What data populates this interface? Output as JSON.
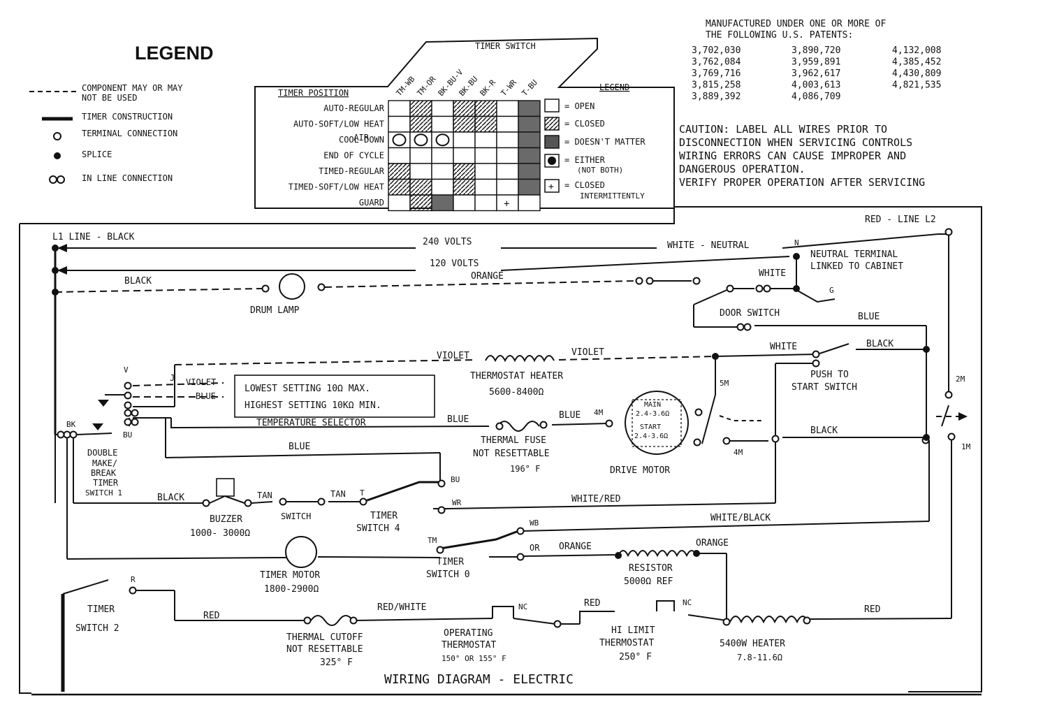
{
  "legend": {
    "title": "LEGEND",
    "items": [
      {
        "label": "COMPONENT MAY OR MAY",
        "label2": "NOT BE USED"
      },
      {
        "label": "TIMER CONSTRUCTION"
      },
      {
        "label": "TERMINAL CONNECTION"
      },
      {
        "label": "SPLICE"
      },
      {
        "label": "IN LINE CONNECTION"
      }
    ]
  },
  "timer_chart": {
    "title": "TIMER SWITCH",
    "position_header": "TIMER POSITION",
    "columns": [
      "TM-WB",
      "TM-OR",
      "BK-BU-V",
      "BK-BU",
      "BK-R",
      "T-WR",
      "T-BU"
    ],
    "rows": [
      "AUTO-REGULAR",
      "AUTO-SOFT/LOW HEAT",
      "COOL DOWN",
      "END OF CYCLE",
      "TIMED-REGULAR",
      "TIMED-SOFT/LOW HEAT",
      "GUARD"
    ],
    "air_label": "AIR",
    "legend_title": "LEGEND",
    "legend_items": [
      {
        "label": "= OPEN"
      },
      {
        "label": "= CLOSED"
      },
      {
        "label": "= DOESN'T MATTER"
      },
      {
        "label": "= EITHER",
        "label2": "(NOT BOTH)"
      },
      {
        "label": "= CLOSED",
        "label2": "INTERMITTENTLY"
      }
    ]
  },
  "patents": {
    "heading1": "MANUFACTURED UNDER ONE OR MORE OF",
    "heading2": "THE FOLLOWING U.S. PATENTS:",
    "col1": [
      "3,702,030",
      "3,762,084",
      "3,769,716",
      "3,815,258",
      "3,889,392"
    ],
    "col2": [
      "3,890,720",
      "3,959,891",
      "3,962,617",
      "4,003,613",
      "4,086,709"
    ],
    "col3": [
      "4,132,008",
      "4,385,452",
      "4,430,809",
      "4,821,535"
    ]
  },
  "caution": [
    "CAUTION: LABEL ALL WIRES PRIOR TO",
    "DISCONNECTION WHEN SERVICING CONTROLS",
    "WIRING ERRORS CAN CAUSE IMPROPER AND",
    "DANGEROUS OPERATION.",
    "VERIFY PROPER OPERATION AFTER SERVICING"
  ],
  "labels": {
    "l1_line": "L1 LINE - BLACK",
    "red_l2": "RED - LINE L2",
    "v240": "240 VOLTS",
    "v120": "120 VOLTS",
    "white_neutral": "WHITE - NEUTRAL",
    "n": "N",
    "neutral_terminal": "NEUTRAL TERMINAL",
    "linked_cabinet": "LINKED TO CABINET",
    "black": "BLACK",
    "orange": "ORANGE",
    "drum_lamp": "DRUM LAMP",
    "white": "WHITE",
    "g": "G",
    "door_switch": "DOOR SWITCH",
    "blue": "BLUE",
    "violet": "VIOLET",
    "thermostat_heater": "THERMOSTAT HEATER",
    "thermostat_heater_val": "5600-8400Ω",
    "push_to": "PUSH TO",
    "start_switch": "START SWITCH",
    "v": "V",
    "j": "J",
    "lowest_setting": "LOWEST SETTING 10Ω MAX.",
    "highest_setting": "HIGHEST SETTING 10KΩ MIN.",
    "temperature_selector": "TEMPERATURE SELECTOR",
    "bk": "BK",
    "bu": "BU",
    "thermal_fuse": "THERMAL FUSE",
    "not_resettable": "NOT RESETTABLE",
    "fuse_temp": "196° F",
    "m4": "4M",
    "main": "MAIN",
    "main_val": "2.4-3.6Ω",
    "start": "START",
    "start_val": "2.4-3.6Ω",
    "drive_motor": "DRIVE MOTOR",
    "m5": "5M",
    "m2": "2M",
    "m1": "1M",
    "double": "DOUBLE",
    "make": "MAKE/",
    "break": "BREAK",
    "timer_word": "TIMER",
    "switch1": "SWITCH 1",
    "tan": "TAN",
    "t": "T",
    "switch_word": "SWITCH",
    "buzzer": "BUZZER",
    "buzzer_val": "1000- 3000Ω",
    "timer_switch_4a": "TIMER",
    "timer_switch_4b": "SWITCH 4",
    "wr": "WR",
    "white_red": "WHITE/RED",
    "white_black": "WHITE/BLACK",
    "wb": "WB",
    "tm": "TM",
    "or": "OR",
    "timer_motor": "TIMER MOTOR",
    "timer_motor_val": "1800-2900Ω",
    "timer_switch_0a": "TIMER",
    "timer_switch_0b": "SWITCH 0",
    "resistor": "RESISTOR",
    "resistor_val": "5000Ω REF",
    "r": "R",
    "timer_switch_2a": "TIMER",
    "timer_switch_2b": "SWITCH 2",
    "red": "RED",
    "red_white": "RED/WHITE",
    "nc": "NC",
    "thermal_cutoff": "THERMAL CUTOFF",
    "cutoff_temp": "325° F",
    "operating": "OPERATING",
    "thermostat": "THERMOSTAT",
    "op_temp": "150° OR 155° F",
    "hi_limit": "HI LIMIT",
    "hi_temp": "250° F",
    "heater": "5400W HEATER",
    "heater_val": "7.8-11.6Ω",
    "title": "WIRING DIAGRAM - ELECTRIC"
  }
}
